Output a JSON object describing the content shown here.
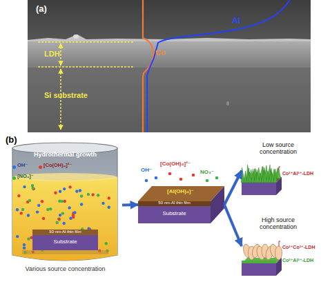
{
  "diagram": {
    "nodes": [
      {
        "text": [
          "Hydrothermal growth",
          "Various source concentration"
        ]
      },
      {
        "text": [
          "50 nm-Al thin film",
          "Substrate"
        ],
        "in": 0
      },
      {
        "text": [
          "50 nm-Al thin film",
          "Substrate"
        ]
      },
      {
        "text": [
          "Low source concentration"
        ]
      },
      {
        "text": [
          "High source concentration"
        ]
      }
    ],
    "edges": [
      {
        "from": 0,
        "to": 2,
        "arrow": "to"
      },
      {
        "from": 2,
        "to": 3,
        "arrow": "to"
      },
      {
        "from": 2,
        "to": 4,
        "arrow": "to"
      }
    ],
    "labels": [
      "(a)",
      "LDH",
      "Si substrate",
      "Co",
      "Al",
      "(b)",
      "OH⁻",
      "[Co(OH)₄]²⁻",
      "NO₃⁻",
      "[Al(OH)₄]⁻",
      "Co²⁺Al³⁺-LDH",
      "Co²⁺Co³⁺-LDH",
      "Co²⁺Al³⁺-LDH"
    ],
    "legend": [
      {
        "text": "OH⁻",
        "color": "#2f6fe0"
      },
      {
        "text": "[Co(OH)₄]²⁻",
        "color": "#e03a3a"
      },
      {
        "text": "[NO₃]⁻",
        "color": "#3fb34a"
      }
    ]
  }
}
